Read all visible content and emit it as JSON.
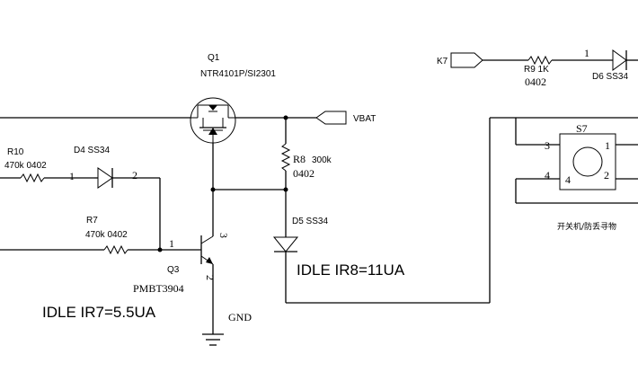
{
  "q1": {
    "ref": "Q1",
    "part": "NTR4101P/SI2301"
  },
  "vbat": {
    "label": "VBAT"
  },
  "k7": {
    "label": "K7"
  },
  "r9": {
    "ref_value": "R9 1K",
    "package": "0402",
    "pin": "1"
  },
  "d6": {
    "ref_value": "D6 SS34"
  },
  "s7": {
    "ref": "S7",
    "pins": [
      "3",
      "1",
      "4",
      "2"
    ],
    "caption": "开关机/防丢寻物"
  },
  "r10": {
    "ref": "R10",
    "value_package": "470k 0402"
  },
  "d4": {
    "ref_value": "D4 SS34",
    "pin1": "1",
    "pin2": "2"
  },
  "r8": {
    "ref": "R8",
    "value": "300k",
    "package": "0402"
  },
  "d5": {
    "ref_value": "D5 SS34"
  },
  "r7": {
    "ref": "R7",
    "value_package": "470k 0402"
  },
  "q3": {
    "ref": "Q3",
    "part": "PMBT3904",
    "pin_base": "1",
    "pin_collector": "3",
    "pin_emitter": "2"
  },
  "gnd": {
    "label": "GND"
  },
  "notes": {
    "idle_r8": "IDLE  IR8=11UA",
    "idle_r7": "IDLE   IR7=5.5UA"
  }
}
